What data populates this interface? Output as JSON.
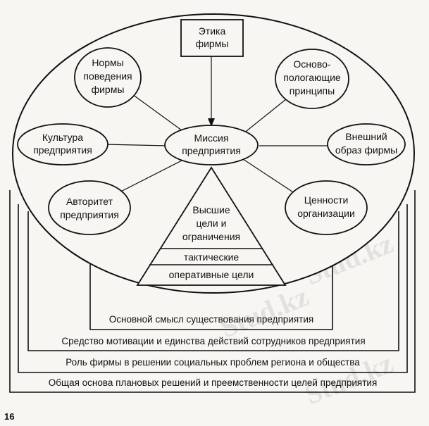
{
  "nodes": {
    "ethics": [
      "Этика",
      "фирмы"
    ],
    "norms": [
      "Нормы",
      "поведения",
      "фирмы"
    ],
    "principles": [
      "Осново-",
      "пологающие",
      "принципы"
    ],
    "culture": [
      "Культура",
      "предприятия"
    ],
    "mission": [
      "Миссия",
      "предприятия"
    ],
    "image": [
      "Внешний",
      "образ фирмы"
    ],
    "authority": [
      "Авторитет",
      "предприятия"
    ],
    "values": [
      "Ценности",
      "организации"
    ]
  },
  "pyramid": {
    "top": [
      "Высшие",
      "цели и",
      "ограничения"
    ],
    "middle": "тактические",
    "bottom": "оперативные цели"
  },
  "bands": [
    "Основной смысл существования предприятия",
    "Средство мотивации и единства действий сотрудников предприятия",
    "Роль фирмы в решении социальных проблем региона и общества",
    "Общая основа плановых решений и преемственности целей предприятия"
  ],
  "page_number": "16",
  "watermark": "Stud.kz"
}
